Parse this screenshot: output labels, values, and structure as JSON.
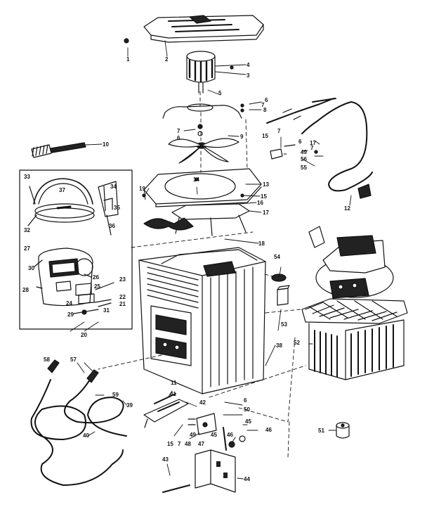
{
  "colors": {
    "ink": "#111111",
    "paper": "#ffffff",
    "shade": "#222222"
  },
  "diagram": {
    "type": "exploded-parts-view",
    "callouts": {
      "c1": "1",
      "c2": "2",
      "c3": "3",
      "c4": "4",
      "c5": "5",
      "c6a": "6",
      "c6b": "6",
      "c6c": "6",
      "c7a": "7",
      "c7b": "7",
      "c7c": "7",
      "c7d": "7",
      "c8": "8",
      "c9": "9",
      "c10": "10",
      "c11": "11",
      "c12": "12",
      "c13": "13",
      "c14": "14",
      "c15a": "15",
      "c15b": "15",
      "c15c": "15",
      "c16": "16",
      "c17a": "17",
      "c17b": "17",
      "c18": "18",
      "c19": "19",
      "c20": "20",
      "c21": "21",
      "c22": "22",
      "c23": "23",
      "c24": "24",
      "c25": "25",
      "c26": "26",
      "c27": "27",
      "c28": "28",
      "c29": "29",
      "c30": "30",
      "c31": "31",
      "c32": "32",
      "c33": "33",
      "c34": "34",
      "c35": "35",
      "c36": "36",
      "c37": "37",
      "c38": "38",
      "c39": "39",
      "c40": "40",
      "c41": "41",
      "c42": "42",
      "c43": "43",
      "c44": "44",
      "c45a": "45",
      "c45b": "45",
      "c46a": "46",
      "c46b": "46",
      "c47": "47",
      "c48": "48",
      "c49a": "49",
      "c49b": "49",
      "c50": "50",
      "c51": "51",
      "c52": "52",
      "c53": "53",
      "c54": "54",
      "c55": "55",
      "c56": "56",
      "c57": "57",
      "c58": "58",
      "c59": "59"
    }
  }
}
